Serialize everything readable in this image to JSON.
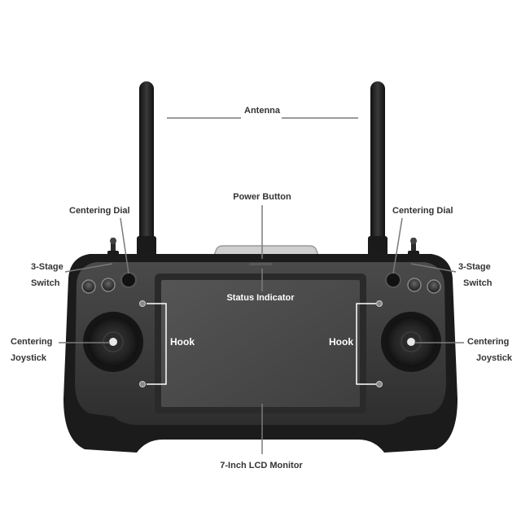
{
  "colors": {
    "label_text": "#333333",
    "leader_line": "#7a7a7a",
    "body_dark": "#1b1b1b",
    "body_face": "#3c3c3c",
    "screen": "#4a4a4a",
    "hook_line": "#ffffff"
  },
  "labels": {
    "antenna": "Antenna",
    "power_button": "Power Button",
    "centering_dial_left": "Centering Dial",
    "centering_dial_right": "Centering Dial",
    "three_stage_switch_left_line1": "3-Stage",
    "three_stage_switch_left_line2": "Switch",
    "three_stage_switch_right_line1": "3-Stage",
    "three_stage_switch_right_line2": "Switch",
    "status_indicator": "Status Indicator",
    "centering_joystick_left_line1": "Centering",
    "centering_joystick_left_line2": "Joystick",
    "centering_joystick_right_line1": "Centering",
    "centering_joystick_right_line2": "Joystick",
    "hook_left": "Hook",
    "hook_right": "Hook",
    "lcd_monitor": "7-Inch LCD Monitor"
  },
  "icons": {
    "antenna_left": "antenna-icon",
    "antenna_right": "antenna-icon",
    "joystick_left": "joystick-icon",
    "joystick_right": "joystick-icon",
    "power_button": "power-button-icon",
    "dial": "dial-icon",
    "toggle": "toggle-switch-icon"
  }
}
